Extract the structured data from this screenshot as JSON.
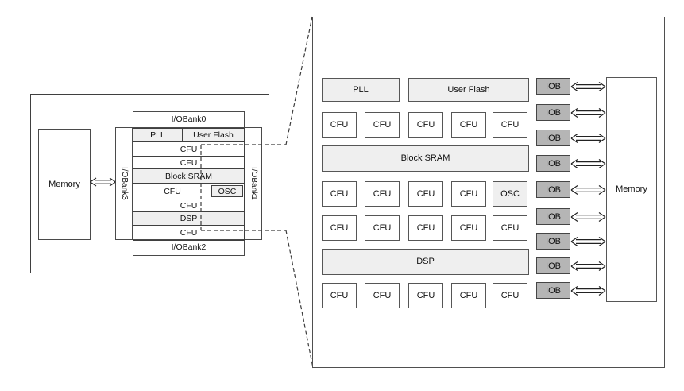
{
  "left_diagram": {
    "memory": "Memory",
    "bank_top": "I/OBank0",
    "bank_right": "I/OBank1",
    "bank_bottom": "I/OBank2",
    "bank_left": "I/OBank3",
    "pll": "PLL",
    "user_flash": "User Flash",
    "cfu": "CFU",
    "block_sram": "Block SRAM",
    "osc": "OSC",
    "dsp": "DSP"
  },
  "right_diagram": {
    "pll": "PLL",
    "user_flash": "User Flash",
    "cfu": "CFU",
    "block_sram": "Block SRAM",
    "osc": "OSC",
    "dsp": "DSP",
    "iob": "IOB",
    "iob_count": 9,
    "memory": "Memory"
  },
  "colors": {
    "background": "#ffffff",
    "block_fill": "#efefef",
    "iob_fill": "#b5b5b5",
    "border": "#4a4a4a",
    "dash_line": "#3d3d3d",
    "text": "#111111"
  }
}
